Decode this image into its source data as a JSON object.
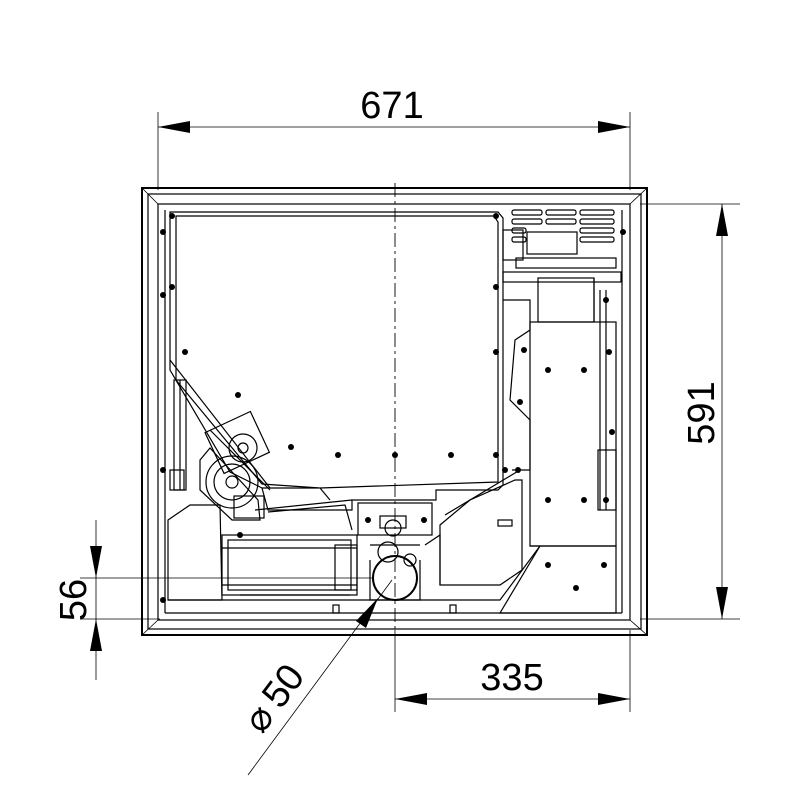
{
  "dimensions": {
    "width_total": "671",
    "height_total": "591",
    "offset_right": "335",
    "offset_bottom": "56",
    "diameter": "50",
    "diameter_symbol": "⌀"
  }
}
